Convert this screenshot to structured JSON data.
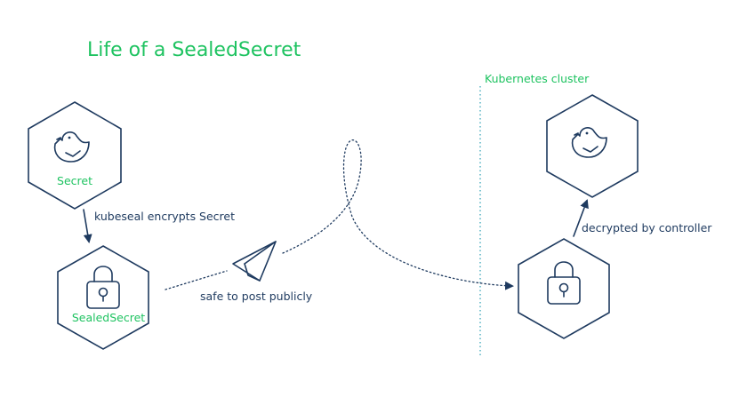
{
  "title": "Life of a SealedSecret",
  "cluster_label": "Kubernetes cluster",
  "nodes": {
    "secret": {
      "label": "Secret",
      "icon": "bird-icon"
    },
    "sealed_secret": {
      "label": "SealedSecret",
      "icon": "padlock-icon"
    },
    "cluster_sealed_secret": {
      "icon": "padlock-icon"
    },
    "cluster_secret": {
      "icon": "bird-icon"
    }
  },
  "edges": {
    "encrypt": "kubeseal encrypts Secret",
    "publish": "safe to post publicly",
    "decrypt": "decrypted by controller"
  },
  "publish_icon": "paper-plane-icon",
  "colors": {
    "accent": "#1fc361",
    "ink": "#1e3a5f",
    "cluster_line": "#3aa6b9"
  }
}
